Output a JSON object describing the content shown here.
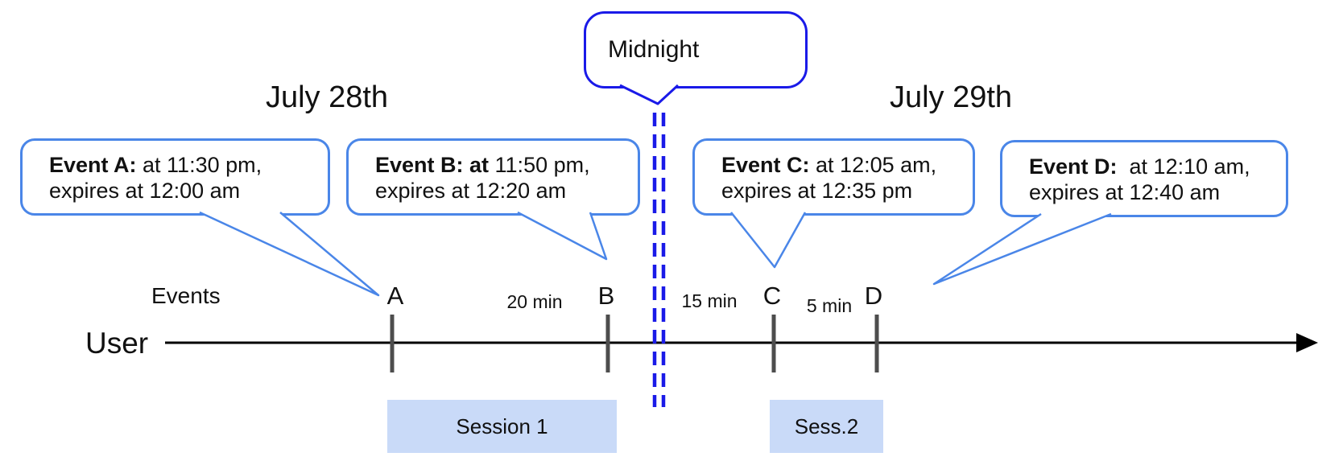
{
  "dates": {
    "left": "July 28th",
    "right": "July 29th"
  },
  "midnight": {
    "label": "Midnight"
  },
  "event_callouts": [
    {
      "bold": "Event A:",
      "rest": " at 11:30 pm,",
      "line2": "expires at 12:00 am"
    },
    {
      "bold": "Event B: at",
      "rest": " 11:50 pm,",
      "line2": "expires at 12:20 am"
    },
    {
      "bold": "Event C:",
      "rest": " at 12:05 am,",
      "line2": "expires at 12:35 pm"
    },
    {
      "bold": "Event D:",
      "rest": "  at 12:10 am,",
      "line2": "expires at 12:40 am"
    }
  ],
  "timeline": {
    "events_label": "Events",
    "user_label": "User",
    "ticks": [
      {
        "label": "A"
      },
      {
        "label": "B"
      },
      {
        "label": "C"
      },
      {
        "label": "D"
      }
    ],
    "intervals": [
      {
        "label": "20 min"
      },
      {
        "label": "15 min"
      },
      {
        "label": "5 min"
      }
    ]
  },
  "sessions": [
    {
      "label": "Session 1"
    },
    {
      "label": "Sess.2"
    }
  ],
  "colors": {
    "event_bubble_border": "#4a86e8",
    "midnight_blue": "#1a1ae8",
    "session_fill": "#c9daf8",
    "tick_color": "#4d4d4d",
    "axis_color": "#000000"
  }
}
